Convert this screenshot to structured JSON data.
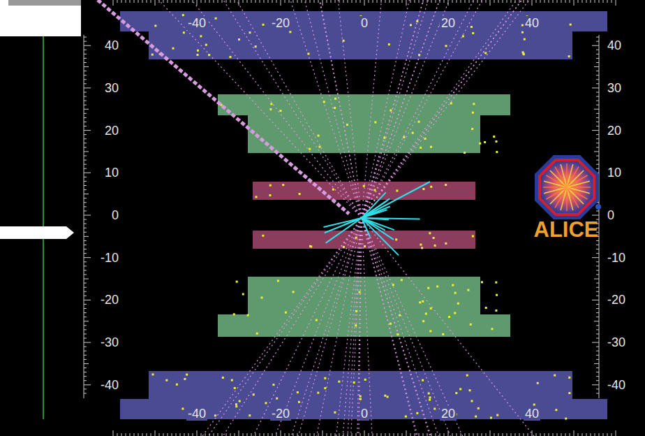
{
  "diagram": {
    "labels": [
      "-40",
      "-20",
      "0",
      "20",
      "40",
      "-40",
      "-20",
      "0",
      "20",
      "40",
      "40",
      "30",
      "20",
      "10",
      "0",
      "-10",
      "-20",
      "-30",
      "-40",
      "40",
      "30",
      "20",
      "10",
      "0",
      "-10",
      "-20",
      "-30",
      "-40",
      "ALICE"
    ]
  }
}
